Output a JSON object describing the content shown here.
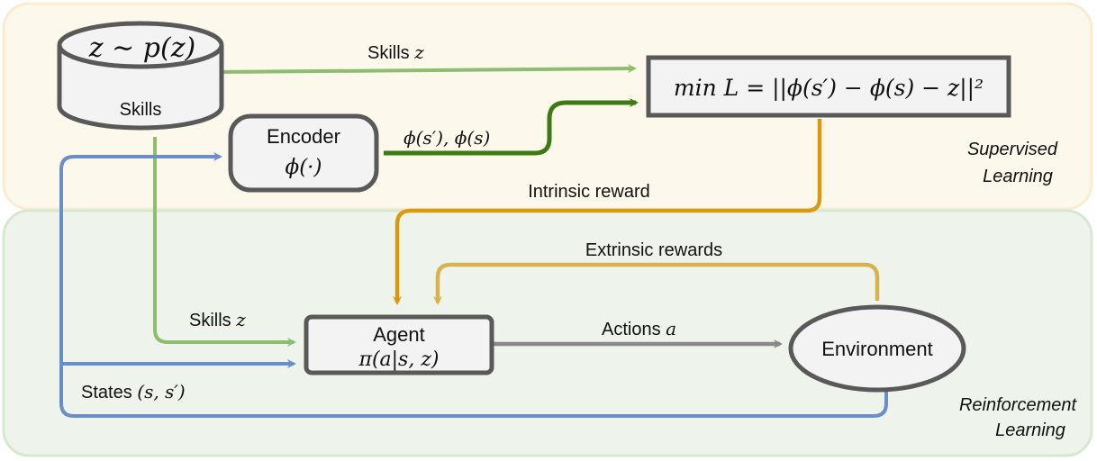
{
  "regions": {
    "supervised": {
      "line1": "Supervised",
      "line2": "Learning"
    },
    "reinforcement": {
      "line1": "Reinforcement",
      "line2": "Learning"
    }
  },
  "skills_db": {
    "formula": "z ∼ p(z)",
    "label": "Skills"
  },
  "encoder": {
    "title": "Encoder",
    "formula": "ϕ(·)"
  },
  "loss": {
    "formula": "min L = ||ϕ(s′) − ϕ(s) − z||²"
  },
  "agent": {
    "title": "Agent",
    "formula": "π(a|s, z)"
  },
  "environment": {
    "label": "Environment"
  },
  "edges": {
    "skills_to_loss": {
      "text": "Skills ",
      "var": "z"
    },
    "encoder_to_loss": {
      "var": "ϕ(s′), ϕ(s)"
    },
    "intrinsic": {
      "text": "Intrinsic reward"
    },
    "extrinsic": {
      "text": "Extrinsic rewards"
    },
    "skills_to_agent": {
      "text": "Skills ",
      "var": "z"
    },
    "actions": {
      "text": "Actions ",
      "var": "a"
    },
    "states": {
      "text": "States ",
      "var": "(s, s′)"
    }
  },
  "colors": {
    "supervised_bg": "#fdf8ec",
    "supervised_border": "#f8ecd2",
    "rl_bg": "#eef4ec",
    "rl_border": "#d8e7d3",
    "light_green": "#8dbd6e",
    "dark_green": "#3c7a12",
    "orange": "#d99a0e",
    "light_orange": "#d8b24c",
    "blue": "#6c8ec7",
    "gray": "#888888",
    "box_fill": "#f3f3f3",
    "box_border": "#595959"
  }
}
